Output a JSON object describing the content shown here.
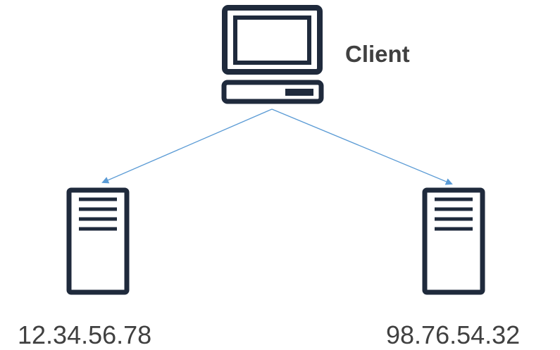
{
  "client": {
    "label": "Client",
    "icon": "computer-icon"
  },
  "servers": [
    {
      "ip": "12.34.56.78",
      "icon": "server-icon"
    },
    {
      "ip": "98.76.54.32",
      "icon": "server-icon"
    }
  ],
  "colors": {
    "icon_stroke": "#1f2a3c",
    "arrow": "#5b9bd5",
    "text": "#404040"
  }
}
